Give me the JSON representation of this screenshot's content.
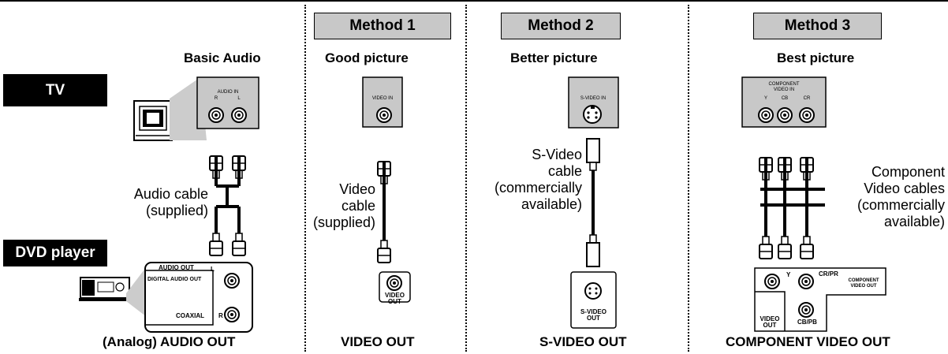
{
  "tv_label": "TV",
  "dvd_label": "DVD player",
  "basic": {
    "heading": "Basic Audio",
    "panel_title": "AUDIO IN",
    "r": "R",
    "l": "L",
    "cable_line1": "Audio cable",
    "cable_line2": "(supplied)",
    "out_panel": {
      "audio_out": "AUDIO OUT",
      "l": "L",
      "digital": "DIGITAL AUDIO OUT",
      "coaxial": "COAXIAL",
      "r": "R"
    },
    "footer": "(Analog) AUDIO OUT"
  },
  "method1": {
    "title": "Method 1",
    "heading": "Good picture",
    "panel_title": "VIDEO IN",
    "cable_line1": "Video",
    "cable_line2": "cable",
    "cable_line3": "(supplied)",
    "jack_line1": "VIDEO",
    "jack_line2": "OUT",
    "footer": "VIDEO OUT"
  },
  "method2": {
    "title": "Method 2",
    "heading": "Better picture",
    "panel_title": "S-VIDEO IN",
    "cable_line1": "S-Video",
    "cable_line2": "cable",
    "cable_line3": "(commercially",
    "cable_line4": "available)",
    "jack_line1": "S-VIDEO",
    "jack_line2": "OUT",
    "footer": "S-VIDEO OUT"
  },
  "method3": {
    "title": "Method 3",
    "heading": "Best picture",
    "panel_line1": "COMPONENT",
    "panel_line2": "VIDEO IN",
    "y": "Y",
    "cb": "CB",
    "cr": "CR",
    "cable_line1": "Component",
    "cable_line2": "Video cables",
    "cable_line3": "(commercially",
    "cable_line4": "available)",
    "out_y": "Y",
    "out_cr": "CR/PR",
    "out_comp1": "COMPONENT",
    "out_comp2": "VIDEO OUT",
    "out_video1": "VIDEO",
    "out_video2": "OUT",
    "out_cb": "CB/PB",
    "footer": "COMPONENT VIDEO OUT"
  }
}
